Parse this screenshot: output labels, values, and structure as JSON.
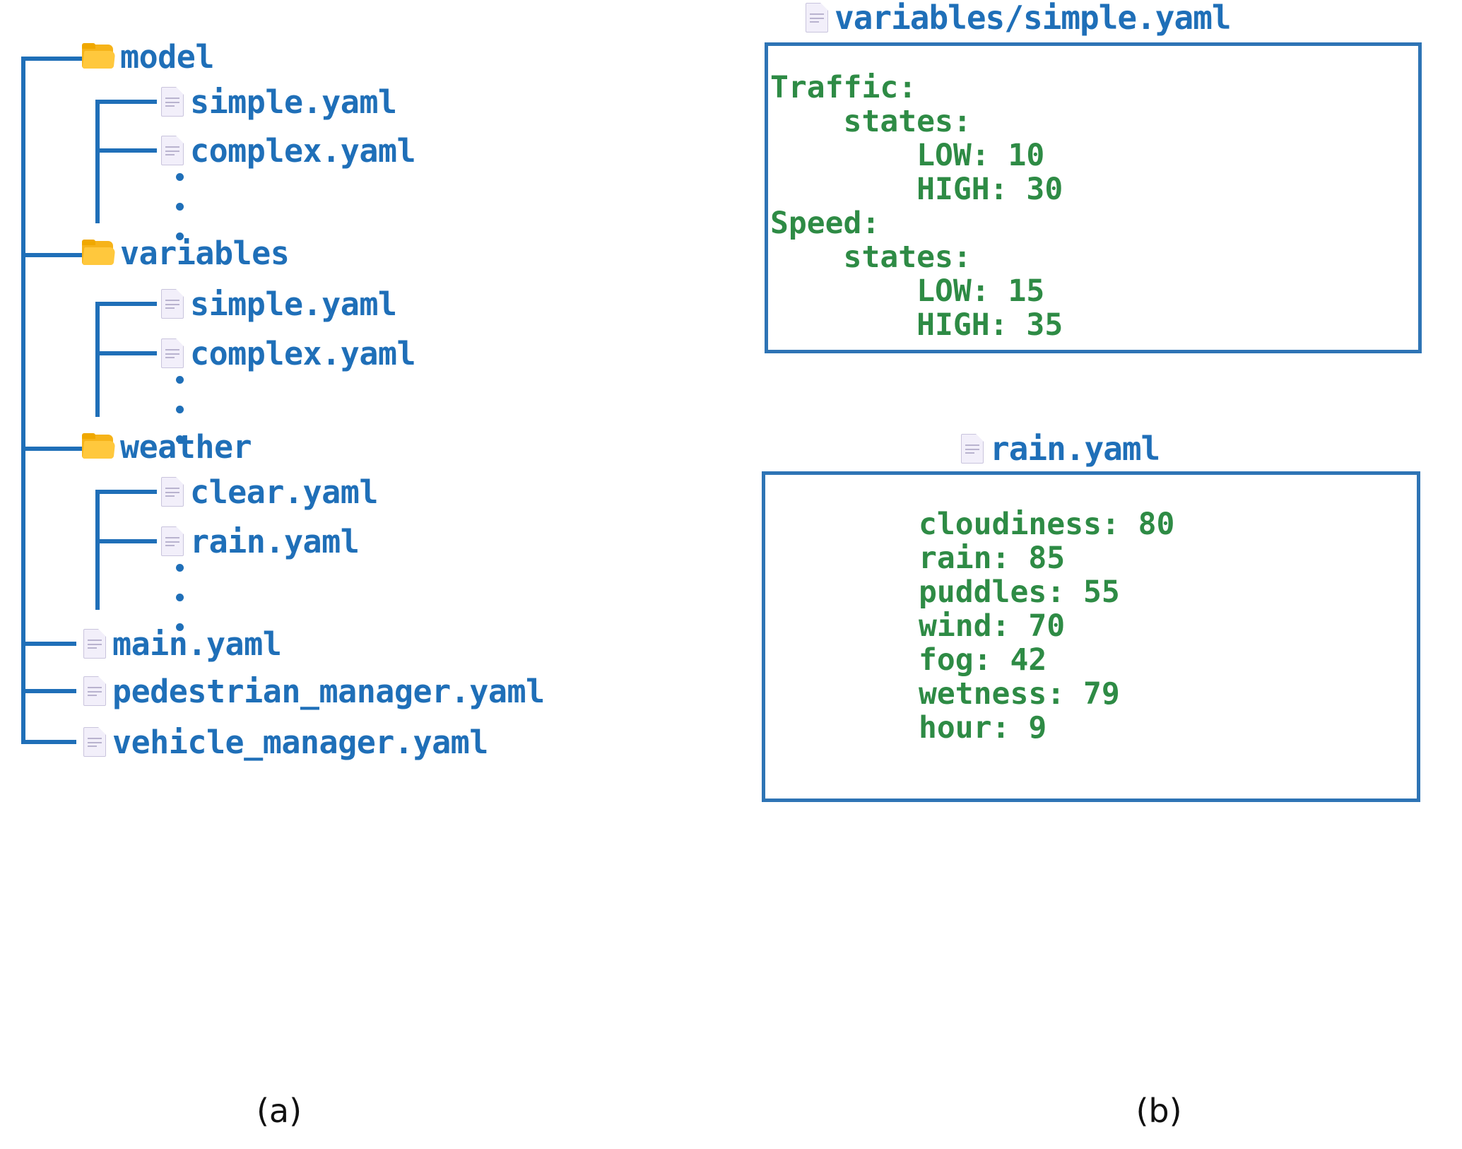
{
  "figure": {
    "captions": [
      {
        "key": "a",
        "text": "(a)"
      },
      {
        "key": "b",
        "text": "(b)"
      }
    ]
  },
  "tree": {
    "root_items": [
      {
        "label": "model",
        "type": "folder"
      },
      {
        "label": "variables",
        "type": "folder"
      },
      {
        "label": "weather",
        "type": "folder"
      },
      {
        "label": "main.yaml",
        "type": "file"
      },
      {
        "label": "pedestrian_manager.yaml",
        "type": "file"
      },
      {
        "label": "vehicle_manager.yaml",
        "type": "file"
      }
    ],
    "groups": [
      {
        "folder": "model",
        "children": [
          {
            "label": "simple.yaml",
            "type": "file"
          },
          {
            "label": "complex.yaml",
            "type": "file"
          }
        ],
        "ellipsis": "vertical-dots"
      },
      {
        "folder": "variables",
        "children": [
          {
            "label": "simple.yaml",
            "type": "file"
          },
          {
            "label": "complex.yaml",
            "type": "file"
          }
        ],
        "ellipsis": "vertical-dots"
      },
      {
        "folder": "weather",
        "children": [
          {
            "label": "clear.yaml",
            "type": "file"
          },
          {
            "label": "rain.yaml",
            "type": "file"
          }
        ],
        "ellipsis": "vertical-dots"
      }
    ],
    "icons": {
      "folder": "folder-icon",
      "file": "file-icon"
    }
  },
  "cards": [
    {
      "id": "variables-simple",
      "title": "variables/simple.yaml",
      "icon": "file-icon",
      "content": "Traffic:\n    states:\n        LOW: 10\n        HIGH: 30\nSpeed:\n    states:\n        LOW: 15\n        HIGH: 35",
      "yaml": {
        "Traffic": {
          "states": {
            "LOW": 10,
            "HIGH": 30
          }
        },
        "Speed": {
          "states": {
            "LOW": 15,
            "HIGH": 35
          }
        }
      }
    },
    {
      "id": "rain",
      "title": "rain.yaml",
      "icon": "file-icon",
      "content": "cloudiness: 80\nrain: 85\npuddles: 55\nwind: 70\nfog: 42\nwetness: 79\nhour: 9",
      "yaml": {
        "cloudiness": 80,
        "rain": 85,
        "puddles": 55,
        "wind": 70,
        "fog": 42,
        "wetness": 79,
        "hour": 9
      }
    }
  ],
  "colors": {
    "line": "#1f6fb8",
    "box_border": "#2e74b5",
    "label_blue": "#1f6fb8",
    "yaml_green": "#2e8b45",
    "folder_amber": "#ffc83d",
    "file_lavender": "#f2effa",
    "caption_black": "#111111",
    "background": "#ffffff"
  }
}
